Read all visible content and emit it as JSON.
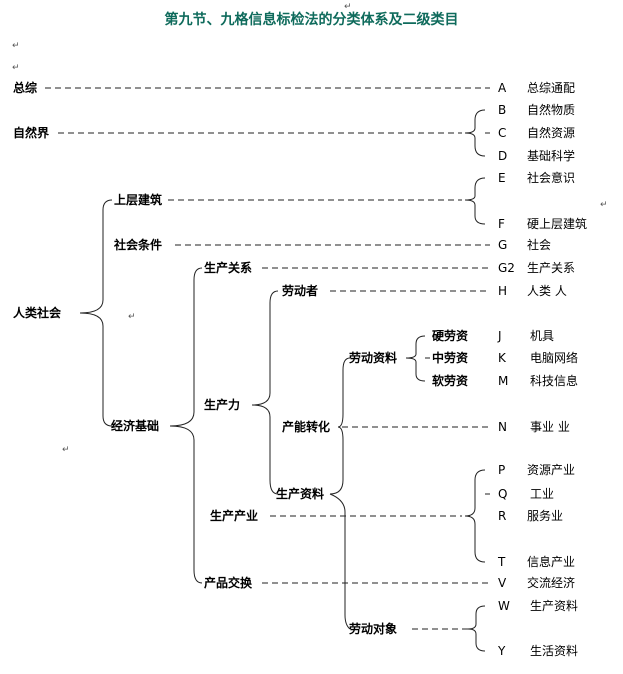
{
  "title": "第九节、九格信息标检法的分类体系及二级类目",
  "para_mark": "↵",
  "nodes": {
    "zongzong": "总综",
    "ziranjie": "自然界",
    "renleishehui": "人类社会",
    "shangcengjianzhu": "上层建筑",
    "shehuitiaojian": "社会条件",
    "jingjijichu": "经济基础",
    "shengchanguanxi": "生产关系",
    "shengchanli": "生产力",
    "chanpinjiaohuan": "产品交换",
    "laodongzhe": "劳动者",
    "channengzhuanhua": "产能转化",
    "shengchanziliao": "生产资料",
    "shengchanchanye": "生产产业",
    "laodongziliao": "劳动资料",
    "laodongduixiang": "劳动对象",
    "yinglaozi": "硬劳资",
    "zhonglaozi": "中劳资",
    "ruanlaozi": "软劳资"
  },
  "categories": [
    {
      "code": "A",
      "label": "总综通配"
    },
    {
      "code": "B",
      "label": "自然物质"
    },
    {
      "code": "C",
      "label": "自然资源"
    },
    {
      "code": "D",
      "label": "基础科学"
    },
    {
      "code": "E",
      "label": "社会意识"
    },
    {
      "code": "F",
      "label": "硬上层建筑"
    },
    {
      "code": "G",
      "label": "社会"
    },
    {
      "code": "G2",
      "label": "生产关系"
    },
    {
      "code": "H",
      "label": "人类 人"
    },
    {
      "code": "J",
      "label": "机具"
    },
    {
      "code": "K",
      "label": "电脑网络"
    },
    {
      "code": "M",
      "label": "科技信息"
    },
    {
      "code": "N",
      "label": "事业 业"
    },
    {
      "code": "P",
      "label": "资源产业"
    },
    {
      "code": "Q",
      "label": "工业"
    },
    {
      "code": "R",
      "label": "服务业"
    },
    {
      "code": "T",
      "label": "信息产业"
    },
    {
      "code": "V",
      "label": "交流经济"
    },
    {
      "code": "W",
      "label": "生产资料"
    },
    {
      "code": "Y",
      "label": "生活资料"
    }
  ]
}
